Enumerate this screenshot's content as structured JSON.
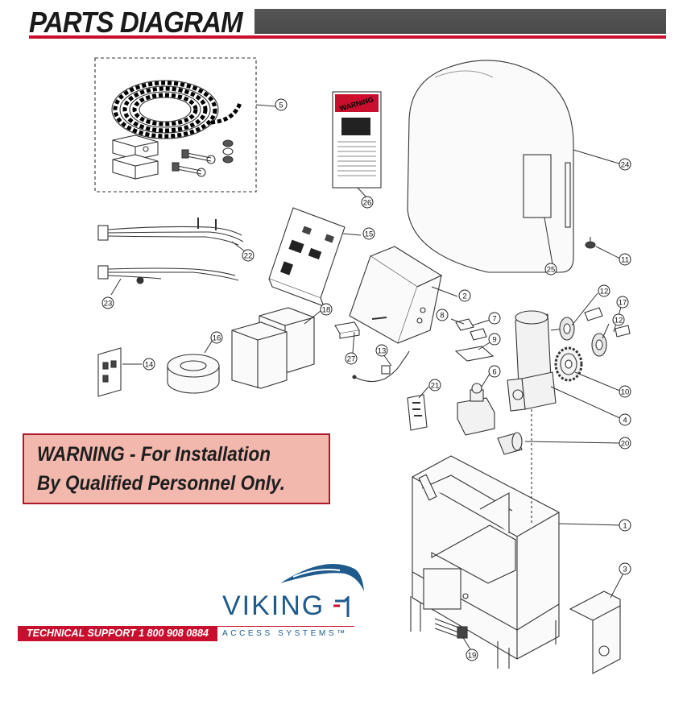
{
  "header": {
    "title": "PARTS DIAGRAM"
  },
  "callouts": [
    "1",
    "2",
    "3",
    "4",
    "5",
    "6",
    "7",
    "8",
    "9",
    "10",
    "11",
    "12",
    "12",
    "13",
    "14",
    "15",
    "16",
    "17",
    "18",
    "19",
    "20",
    "21",
    "22",
    "23",
    "24",
    "25",
    "26",
    "27"
  ],
  "decal": {
    "label": "WARNING"
  },
  "warning_box": {
    "line1": "WARNING - For Installation",
    "line2": "By Qualified Personnel Only."
  },
  "footer": {
    "support_text": "TECHNICAL SUPPORT 1 800 908 0884",
    "brand_name": "VIKING",
    "brand_tagline": "ACCESS SYSTEMS™"
  },
  "colors": {
    "accent_red": "#c8102e",
    "title_bar": "#4d4d4d",
    "warning_fill": "#f2b8ae",
    "brand_blue": "#1f5a8c"
  }
}
